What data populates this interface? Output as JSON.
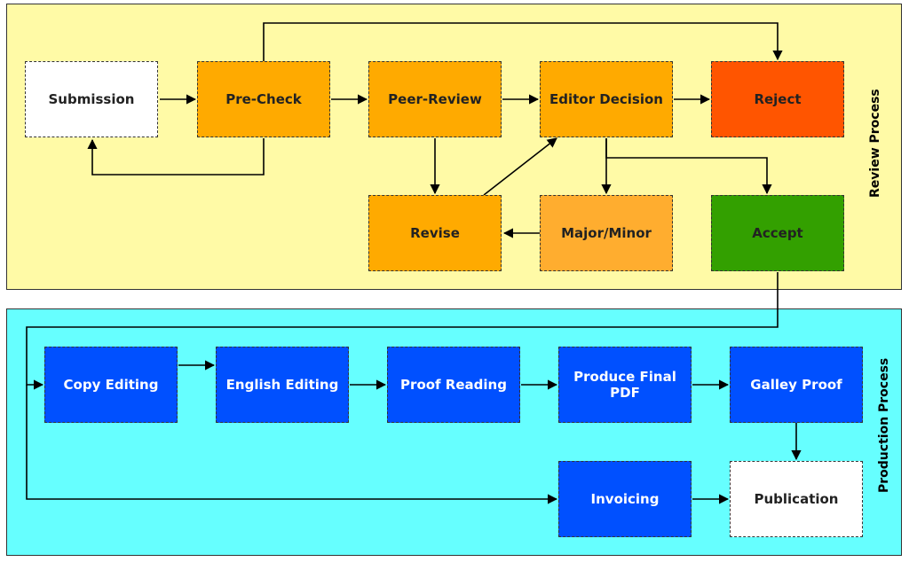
{
  "colors": {
    "review_lane": "#fffaa6",
    "production_lane": "#66ffff",
    "white_node": "#ffffff",
    "orange_node": "#ffaa00",
    "major_minor_node": "#ffad2f",
    "reject_node": "#ff5500",
    "accept_node": "#33a000",
    "production_node": "#0050ff",
    "edge": "#000000"
  },
  "lanes": {
    "review": {
      "label": "Review Process"
    },
    "production": {
      "label": "Production Process"
    }
  },
  "nodes": {
    "submission": {
      "label": "Submission"
    },
    "pre_check": {
      "label": "Pre-Check"
    },
    "peer_review": {
      "label": "Peer-Review"
    },
    "editor_decision": {
      "label": "Editor Decision"
    },
    "reject": {
      "label": "Reject"
    },
    "revise": {
      "label": "Revise"
    },
    "major_minor": {
      "label": "Major/Minor"
    },
    "accept": {
      "label": "Accept"
    },
    "copy_editing": {
      "label": "Copy Editing"
    },
    "english_editing": {
      "label": "English Editing"
    },
    "proof_reading": {
      "label": "Proof Reading"
    },
    "produce_final_pdf": {
      "label": "Produce Final PDF"
    },
    "galley_proof": {
      "label": "Galley Proof"
    },
    "invoicing": {
      "label": "Invoicing"
    },
    "publication": {
      "label": "Publication"
    }
  },
  "edges": [
    {
      "from": "submission",
      "to": "pre_check"
    },
    {
      "from": "pre_check",
      "to": "peer_review"
    },
    {
      "from": "pre_check",
      "to": "submission"
    },
    {
      "from": "pre_check",
      "to": "reject"
    },
    {
      "from": "peer_review",
      "to": "editor_decision"
    },
    {
      "from": "peer_review",
      "to": "revise"
    },
    {
      "from": "editor_decision",
      "to": "reject"
    },
    {
      "from": "editor_decision",
      "to": "major_minor"
    },
    {
      "from": "editor_decision",
      "to": "accept"
    },
    {
      "from": "major_minor",
      "to": "revise"
    },
    {
      "from": "revise",
      "to": "editor_decision"
    },
    {
      "from": "accept",
      "to": "copy_editing"
    },
    {
      "from": "accept",
      "to": "invoicing"
    },
    {
      "from": "copy_editing",
      "to": "english_editing"
    },
    {
      "from": "english_editing",
      "to": "proof_reading"
    },
    {
      "from": "proof_reading",
      "to": "produce_final_pdf"
    },
    {
      "from": "produce_final_pdf",
      "to": "galley_proof"
    },
    {
      "from": "galley_proof",
      "to": "publication"
    },
    {
      "from": "invoicing",
      "to": "publication"
    }
  ]
}
